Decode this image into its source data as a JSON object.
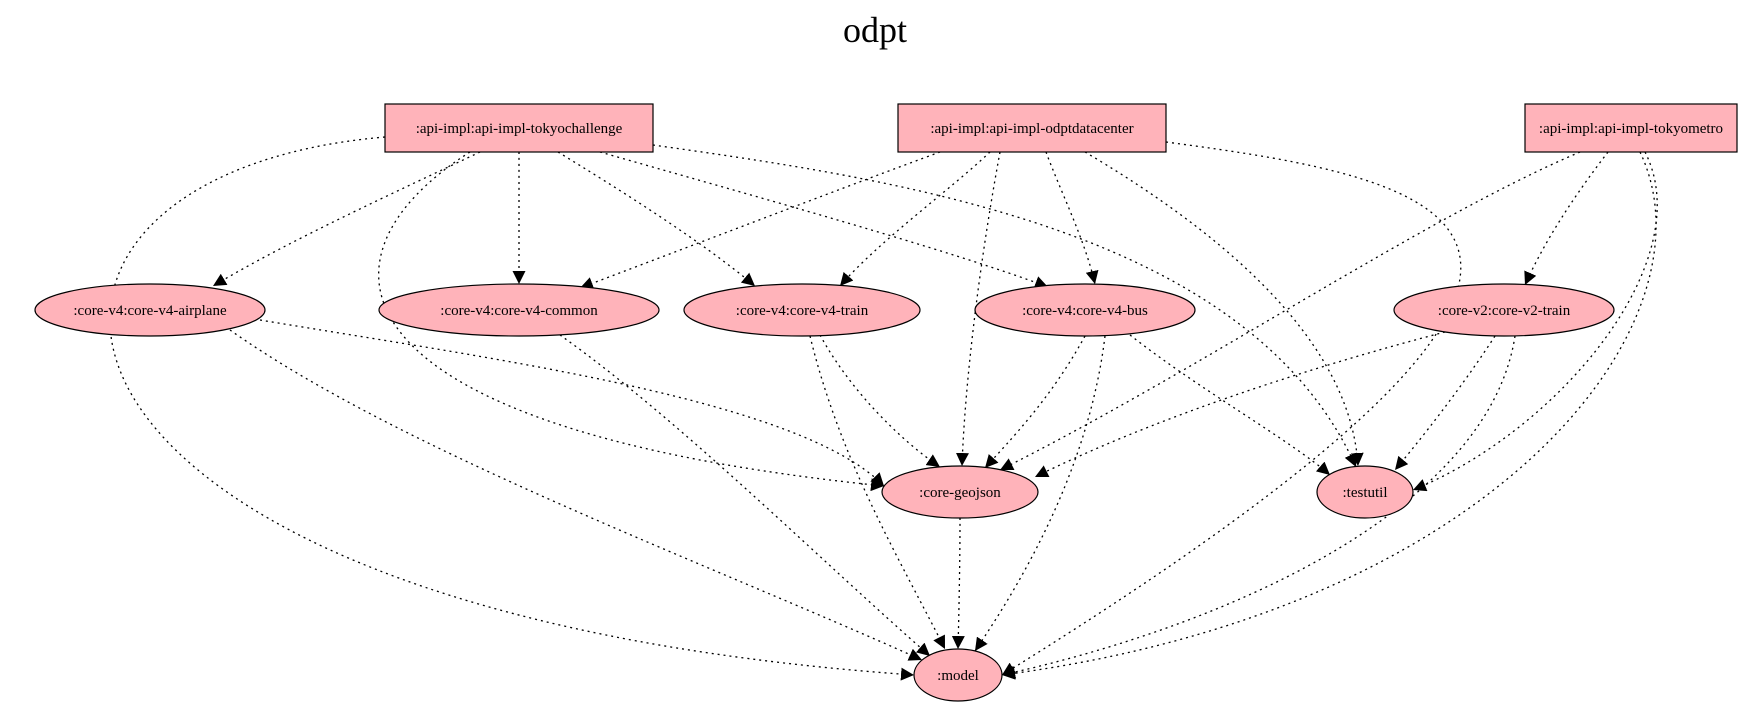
{
  "graph": {
    "title": "odpt",
    "node_fill": "#ffb3ba",
    "nodes": [
      {
        "id": "tokyochallenge",
        "label": ":api-impl:api-impl-tokyochallenge",
        "shape": "box"
      },
      {
        "id": "odptdatacenter",
        "label": ":api-impl:api-impl-odptdatacenter",
        "shape": "box"
      },
      {
        "id": "tokyometro",
        "label": ":api-impl:api-impl-tokyometro",
        "shape": "box"
      },
      {
        "id": "airplane",
        "label": ":core-v4:core-v4-airplane",
        "shape": "ellipse"
      },
      {
        "id": "common",
        "label": ":core-v4:core-v4-common",
        "shape": "ellipse"
      },
      {
        "id": "v4train",
        "label": ":core-v4:core-v4-train",
        "shape": "ellipse"
      },
      {
        "id": "v4bus",
        "label": ":core-v4:core-v4-bus",
        "shape": "ellipse"
      },
      {
        "id": "v2train",
        "label": ":core-v2:core-v2-train",
        "shape": "ellipse"
      },
      {
        "id": "geojson",
        "label": ":core-geojson",
        "shape": "ellipse"
      },
      {
        "id": "testutil",
        "label": ":testutil",
        "shape": "ellipse"
      },
      {
        "id": "model",
        "label": ":model",
        "shape": "ellipse"
      }
    ],
    "edges": [
      {
        "from": "tokyochallenge",
        "to": "airplane"
      },
      {
        "from": "tokyochallenge",
        "to": "common"
      },
      {
        "from": "tokyochallenge",
        "to": "v4train"
      },
      {
        "from": "tokyochallenge",
        "to": "v4bus"
      },
      {
        "from": "tokyochallenge",
        "to": "geojson"
      },
      {
        "from": "tokyochallenge",
        "to": "testutil"
      },
      {
        "from": "tokyochallenge",
        "to": "model"
      },
      {
        "from": "odptdatacenter",
        "to": "common"
      },
      {
        "from": "odptdatacenter",
        "to": "v4train"
      },
      {
        "from": "odptdatacenter",
        "to": "v4bus"
      },
      {
        "from": "odptdatacenter",
        "to": "geojson"
      },
      {
        "from": "odptdatacenter",
        "to": "testutil"
      },
      {
        "from": "odptdatacenter",
        "to": "model"
      },
      {
        "from": "tokyometro",
        "to": "v2train"
      },
      {
        "from": "tokyometro",
        "to": "geojson"
      },
      {
        "from": "tokyometro",
        "to": "testutil"
      },
      {
        "from": "tokyometro",
        "to": "model"
      },
      {
        "from": "airplane",
        "to": "geojson"
      },
      {
        "from": "airplane",
        "to": "model"
      },
      {
        "from": "common",
        "to": "model"
      },
      {
        "from": "v4train",
        "to": "geojson"
      },
      {
        "from": "v4train",
        "to": "model"
      },
      {
        "from": "v4bus",
        "to": "geojson"
      },
      {
        "from": "v4bus",
        "to": "testutil"
      },
      {
        "from": "v4bus",
        "to": "model"
      },
      {
        "from": "v2train",
        "to": "geojson"
      },
      {
        "from": "v2train",
        "to": "testutil"
      },
      {
        "from": "v2train",
        "to": "model"
      },
      {
        "from": "geojson",
        "to": "model"
      }
    ]
  }
}
